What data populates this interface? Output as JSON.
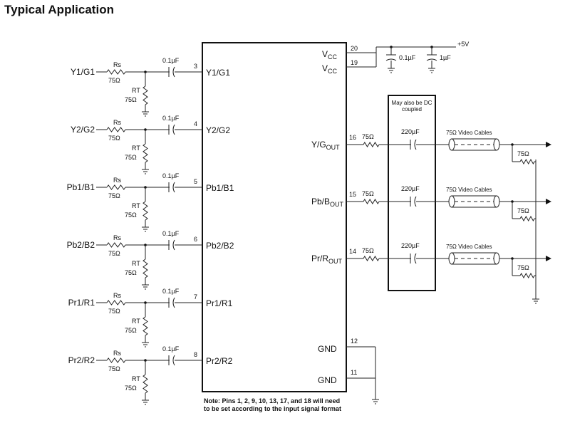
{
  "title": "Typical Application",
  "inputs": [
    {
      "name": "Y1/G1",
      "pin": "3",
      "pin_label": "Y1/G1"
    },
    {
      "name": "Y2/G2",
      "pin": "4",
      "pin_label": "Y2/G2"
    },
    {
      "name": "Pb1/B1",
      "pin": "5",
      "pin_label": "Pb1/B1"
    },
    {
      "name": "Pb2/B2",
      "pin": "6",
      "pin_label": "Pb2/B2"
    },
    {
      "name": "Pr1/R1",
      "pin": "7",
      "pin_label": "Pr1/R1"
    },
    {
      "name": "Pr2/R2",
      "pin": "8",
      "pin_label": "Pr2/R2"
    }
  ],
  "rs_label": "Rs",
  "rt_label": "RT",
  "r75": "75Ω",
  "cap_in": "0.1µF",
  "supply": {
    "pins": [
      {
        "label_main": "V",
        "label_sub": "CC",
        "pin": "20"
      },
      {
        "label_main": "V",
        "label_sub": "CC",
        "pin": "19"
      }
    ],
    "rail": "+5V",
    "cap1": "0.1µF",
    "cap2": "1µF"
  },
  "outputs": [
    {
      "main": "Y/G",
      "sub": "OUT",
      "pin": "16",
      "r": "75Ω",
      "cap": "220µF",
      "cable": "75Ω Video Cables",
      "load": "75Ω"
    },
    {
      "main": "Pb/B",
      "sub": "OUT",
      "pin": "15",
      "r": "75Ω",
      "cap": "220µF",
      "cable": "75Ω Video Cables",
      "load": "75Ω"
    },
    {
      "main": "Pr/R",
      "sub": "OUT",
      "pin": "14",
      "r": "75Ω",
      "cap": "220µF",
      "cable": "75Ω Video Cables",
      "load": "75Ω"
    }
  ],
  "dc_note": [
    "May also be DC",
    "coupled"
  ],
  "gnd": [
    {
      "label": "GND",
      "pin": "12"
    },
    {
      "label": "GND",
      "pin": "11"
    }
  ],
  "note": [
    "Note: Pins 1, 2, 9, 10, 13, 17, and 18 will need",
    "to be set according to the input signal format"
  ]
}
